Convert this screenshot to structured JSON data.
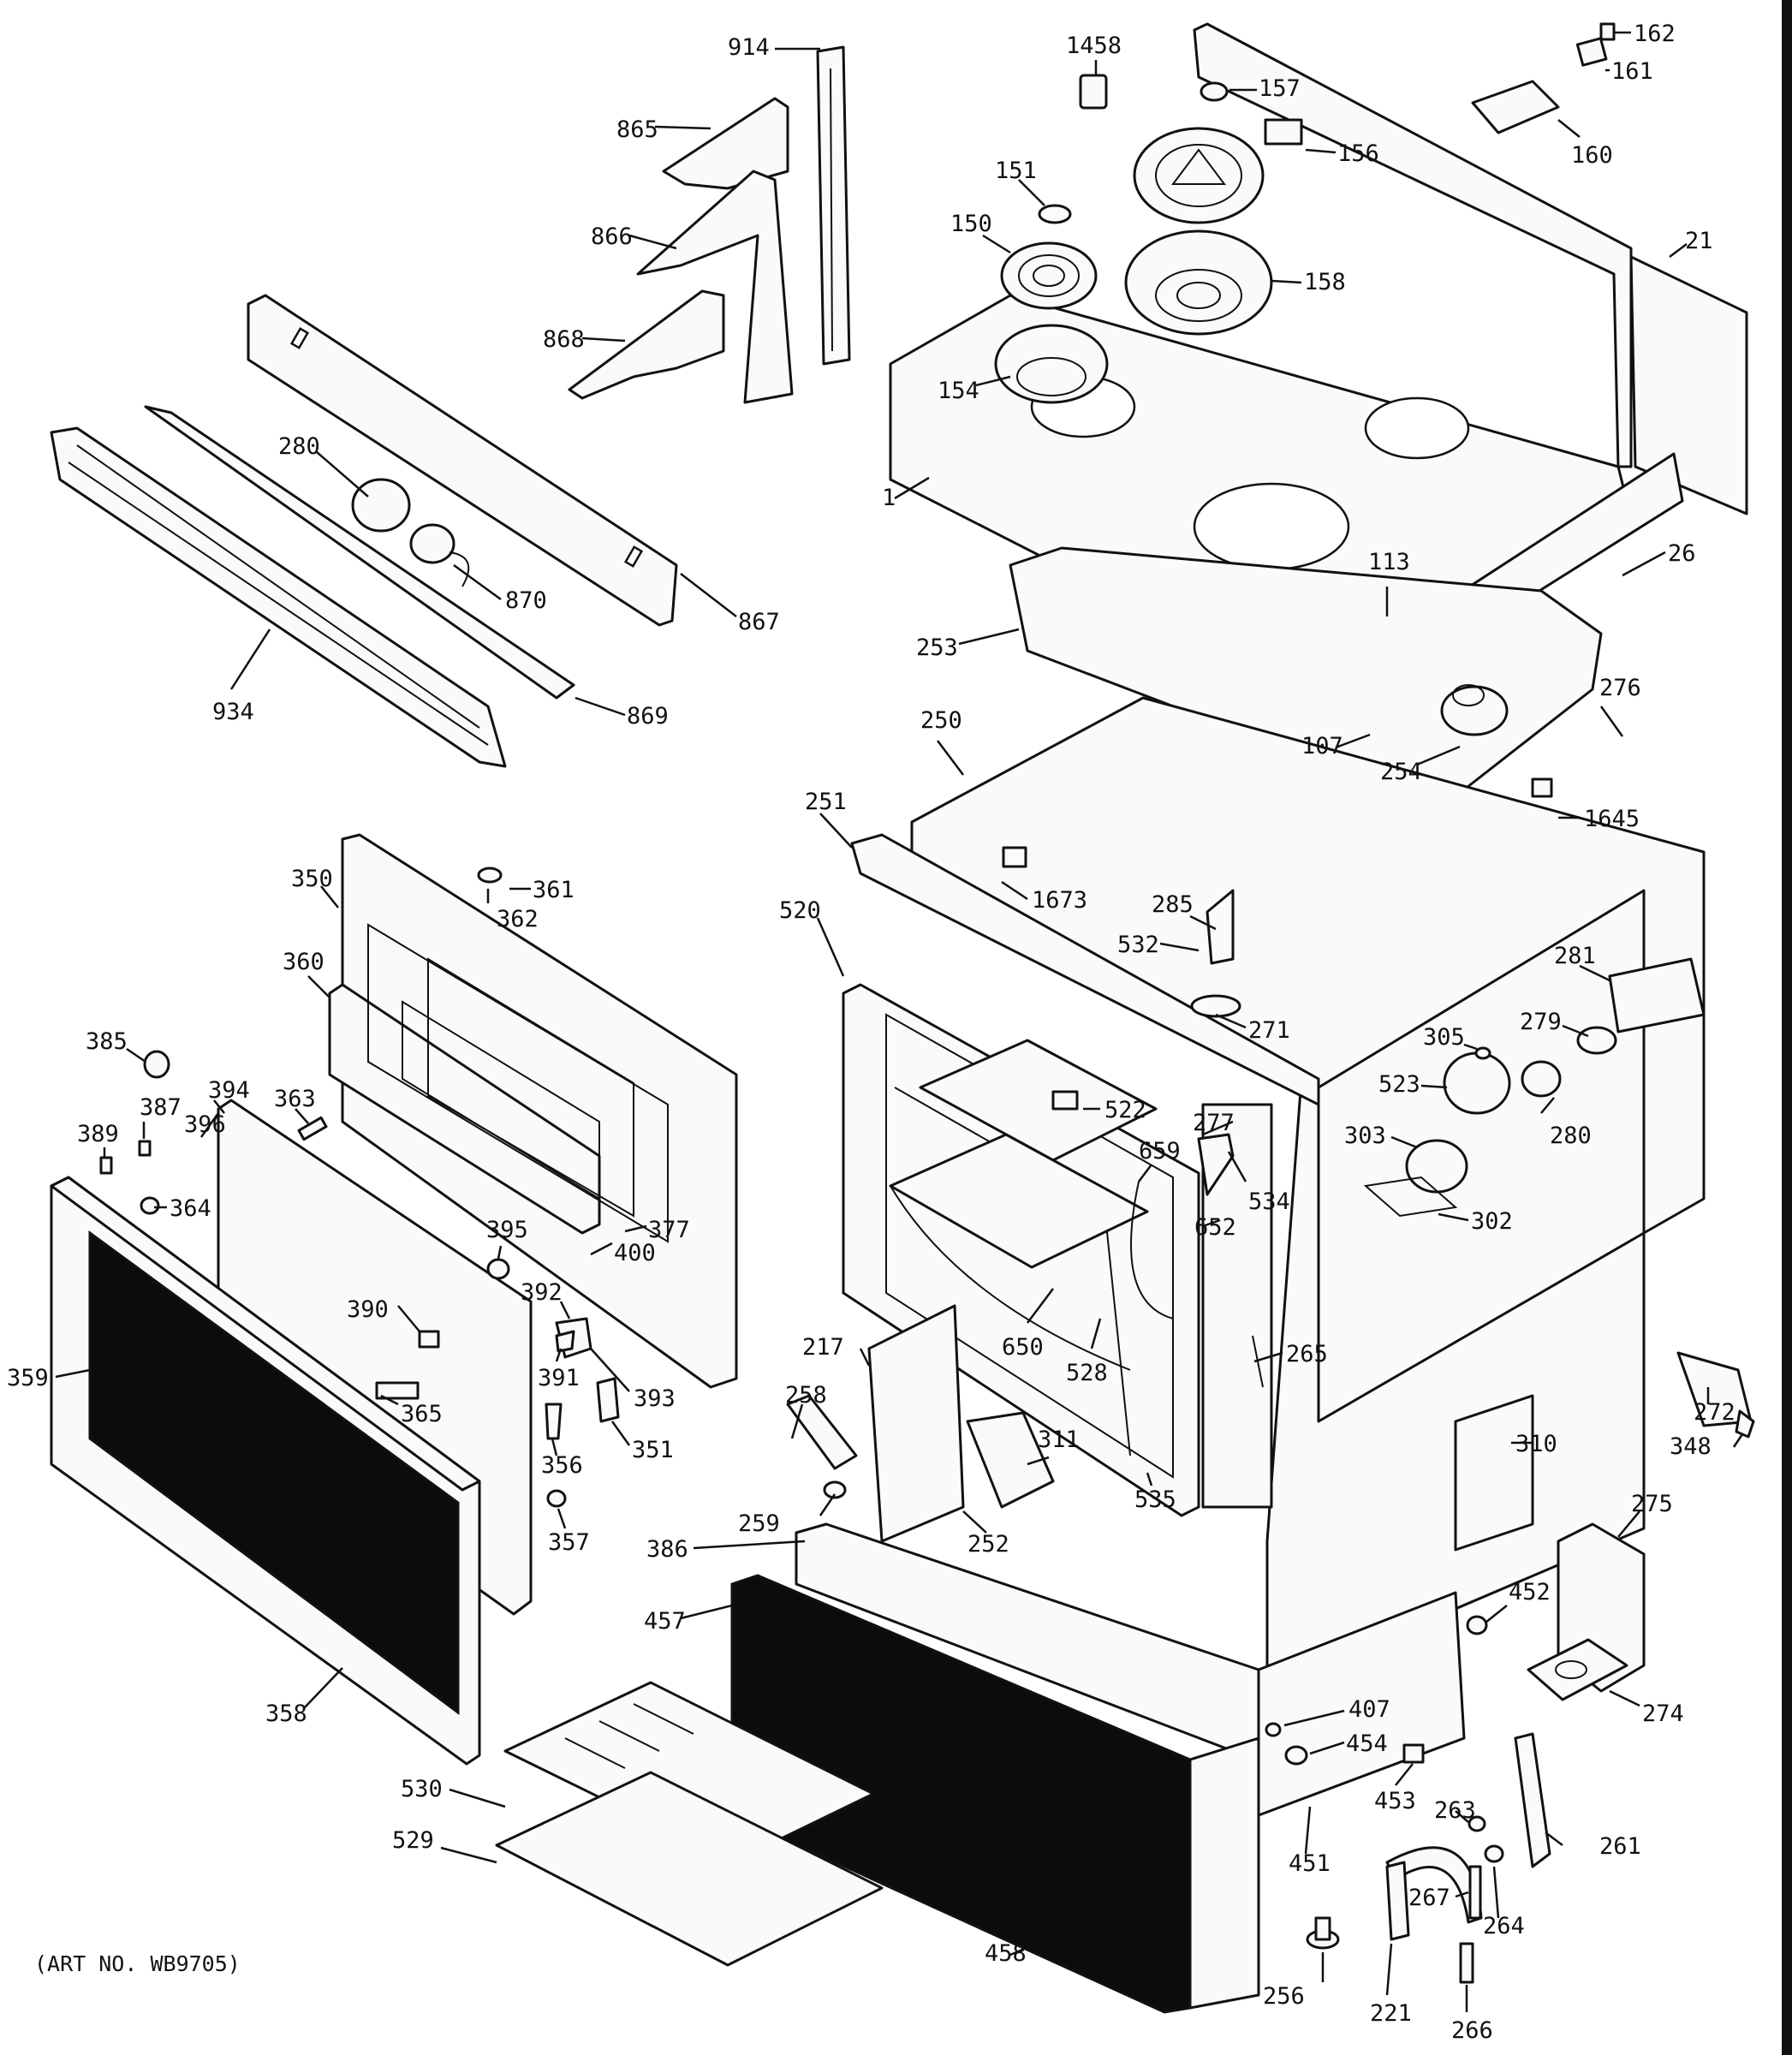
{
  "header": {
    "title_fragment": ""
  },
  "footer": {
    "art_number": "(ART NO. WB9705)"
  },
  "callouts": [
    {
      "id": "c914",
      "label": "914"
    },
    {
      "id": "c865",
      "label": "865"
    },
    {
      "id": "c866",
      "label": "866"
    },
    {
      "id": "c868",
      "label": "868"
    },
    {
      "id": "c867",
      "label": "867"
    },
    {
      "id": "c869",
      "label": "869"
    },
    {
      "id": "c934",
      "label": "934"
    },
    {
      "id": "c280a",
      "label": "280"
    },
    {
      "id": "c870",
      "label": "870"
    },
    {
      "id": "c1458",
      "label": "1458"
    },
    {
      "id": "c157",
      "label": "157"
    },
    {
      "id": "c156",
      "label": "156"
    },
    {
      "id": "c151",
      "label": "151"
    },
    {
      "id": "c150",
      "label": "150"
    },
    {
      "id": "c158",
      "label": "158"
    },
    {
      "id": "c154",
      "label": "154"
    },
    {
      "id": "c1",
      "label": "1"
    },
    {
      "id": "c162",
      "label": "162"
    },
    {
      "id": "c161",
      "label": "161"
    },
    {
      "id": "c160",
      "label": "160"
    },
    {
      "id": "c21",
      "label": "21"
    },
    {
      "id": "c26",
      "label": "26"
    },
    {
      "id": "c113",
      "label": "113"
    },
    {
      "id": "c253",
      "label": "253"
    },
    {
      "id": "c107",
      "label": "107"
    },
    {
      "id": "c254",
      "label": "254"
    },
    {
      "id": "c276",
      "label": "276"
    },
    {
      "id": "c250",
      "label": "250"
    },
    {
      "id": "c251",
      "label": "251"
    },
    {
      "id": "c1645",
      "label": "1645"
    },
    {
      "id": "c1673",
      "label": "1673"
    },
    {
      "id": "c285",
      "label": "285"
    },
    {
      "id": "c532",
      "label": "532"
    },
    {
      "id": "c281",
      "label": "281"
    },
    {
      "id": "c520",
      "label": "520"
    },
    {
      "id": "c279",
      "label": "279"
    },
    {
      "id": "c305",
      "label": "305"
    },
    {
      "id": "c271",
      "label": "271"
    },
    {
      "id": "c523",
      "label": "523"
    },
    {
      "id": "c522",
      "label": "522"
    },
    {
      "id": "c277",
      "label": "277"
    },
    {
      "id": "c280b",
      "label": "280"
    },
    {
      "id": "c303",
      "label": "303"
    },
    {
      "id": "c659",
      "label": "659"
    },
    {
      "id": "c534",
      "label": "534"
    },
    {
      "id": "c302",
      "label": "302"
    },
    {
      "id": "c652",
      "label": "652"
    },
    {
      "id": "c650",
      "label": "650"
    },
    {
      "id": "c528",
      "label": "528"
    },
    {
      "id": "c265",
      "label": "265"
    },
    {
      "id": "c217",
      "label": "217"
    },
    {
      "id": "c258",
      "label": "258"
    },
    {
      "id": "c311",
      "label": "311"
    },
    {
      "id": "c535",
      "label": "535"
    },
    {
      "id": "c310",
      "label": "310"
    },
    {
      "id": "c272",
      "label": "272"
    },
    {
      "id": "c348",
      "label": "348"
    },
    {
      "id": "c259",
      "label": "259"
    },
    {
      "id": "c252",
      "label": "252"
    },
    {
      "id": "c275",
      "label": "275"
    },
    {
      "id": "c386",
      "label": "386"
    },
    {
      "id": "c452",
      "label": "452"
    },
    {
      "id": "c457",
      "label": "457"
    },
    {
      "id": "c274",
      "label": "274"
    },
    {
      "id": "c407",
      "label": "407"
    },
    {
      "id": "c454",
      "label": "454"
    },
    {
      "id": "c453",
      "label": "453"
    },
    {
      "id": "c263",
      "label": "263"
    },
    {
      "id": "c530",
      "label": "530"
    },
    {
      "id": "c451",
      "label": "451"
    },
    {
      "id": "c261",
      "label": "261"
    },
    {
      "id": "c529",
      "label": "529"
    },
    {
      "id": "c264",
      "label": "264"
    },
    {
      "id": "c267",
      "label": "267"
    },
    {
      "id": "c458",
      "label": "458"
    },
    {
      "id": "c256",
      "label": "256"
    },
    {
      "id": "c221",
      "label": "221"
    },
    {
      "id": "c266",
      "label": "266"
    },
    {
      "id": "c350",
      "label": "350"
    },
    {
      "id": "c361",
      "label": "361"
    },
    {
      "id": "c362",
      "label": "362"
    },
    {
      "id": "c360",
      "label": "360"
    },
    {
      "id": "c385",
      "label": "385"
    },
    {
      "id": "c387",
      "label": "387"
    },
    {
      "id": "c394",
      "label": "394"
    },
    {
      "id": "c363",
      "label": "363"
    },
    {
      "id": "c389",
      "label": "389"
    },
    {
      "id": "c396",
      "label": "396"
    },
    {
      "id": "c364",
      "label": "364"
    },
    {
      "id": "c377",
      "label": "377"
    },
    {
      "id": "c395",
      "label": "395"
    },
    {
      "id": "c400",
      "label": "400"
    },
    {
      "id": "c392",
      "label": "392"
    },
    {
      "id": "c390",
      "label": "390"
    },
    {
      "id": "c391",
      "label": "391"
    },
    {
      "id": "c393",
      "label": "393"
    },
    {
      "id": "c359",
      "label": "359"
    },
    {
      "id": "c365",
      "label": "365"
    },
    {
      "id": "c356",
      "label": "356"
    },
    {
      "id": "c351",
      "label": "351"
    },
    {
      "id": "c357",
      "label": "357"
    },
    {
      "id": "c358",
      "label": "358"
    }
  ]
}
